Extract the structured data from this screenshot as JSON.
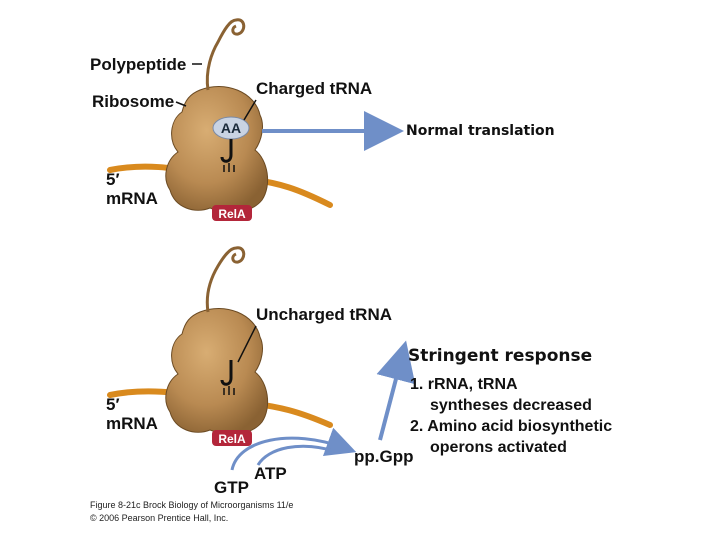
{
  "top": {
    "polypeptide": "Polypeptide",
    "ribosome": "Ribosome",
    "charged_trna": "Charged tRNA",
    "aa": "AA",
    "normal_translation": "Normal translation",
    "five_prime": "5′",
    "mrna": "mRNA",
    "rela": "RelA"
  },
  "bottom": {
    "uncharged_trna": "Uncharged tRNA",
    "five_prime": "5′",
    "mrna": "mRNA",
    "rela": "RelA",
    "gtp": "GTP",
    "atp": "ATP",
    "ppgpp": "pp.Gpp",
    "stringent_response": "Stringent response",
    "list": [
      "1. rRNA, tRNA",
      "syntheses decreased",
      "2. Amino acid biosynthetic",
      "operons activated"
    ]
  },
  "caption": {
    "line1": "Figure 8-21c  Brock Biology of Microorganisms 11/e",
    "line2": "© 2006 Pearson Prentice Hall, Inc."
  },
  "colors": {
    "ribosome_fill": "#b98a52",
    "ribosome_shadow": "#8a6233",
    "mrna": "#d98a1e",
    "arrow_blue": "#6f8fc8",
    "rela_red": "#b3263a",
    "aa_oval": "#c9d3e3"
  }
}
